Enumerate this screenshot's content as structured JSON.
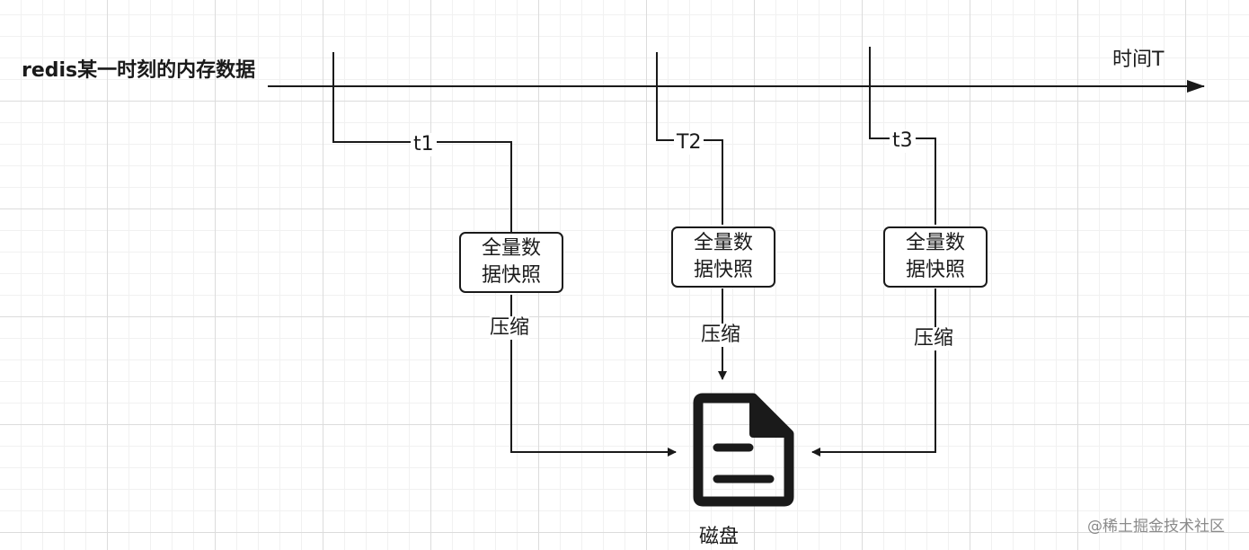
{
  "title": "redis某一时刻的内存数据",
  "time_axis_label": "时间T",
  "snapshots": [
    {
      "time_label": "t1",
      "box_line1": "全量数",
      "box_line2": "据快照",
      "compress_label": "压缩"
    },
    {
      "time_label": "T2",
      "box_line1": "全量数",
      "box_line2": "据快照",
      "compress_label": "压缩"
    },
    {
      "time_label": "t3",
      "box_line1": "全量数",
      "box_line2": "据快照",
      "compress_label": "压缩"
    }
  ],
  "disk": {
    "label": "磁盘",
    "icon": "file-document-icon"
  },
  "watermark": "@稀土掘金技术社区",
  "colors": {
    "line": "#1a1a1a",
    "grid": "#dcdcdc",
    "background": "#ffffff"
  }
}
